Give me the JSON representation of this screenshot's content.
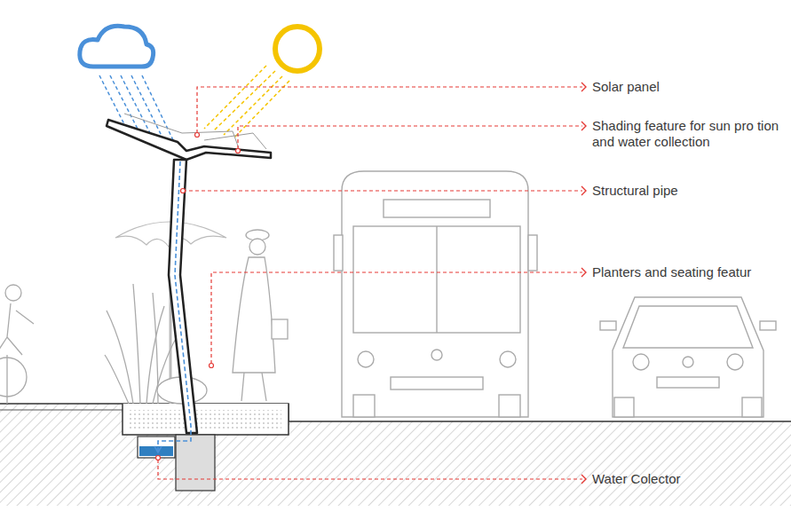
{
  "diagram": {
    "labels": [
      "Solar panel",
      "Shading feature for sun pro tion and water collection",
      "Structural pipe",
      "Planters and seating featur",
      "Water Colector"
    ]
  }
}
